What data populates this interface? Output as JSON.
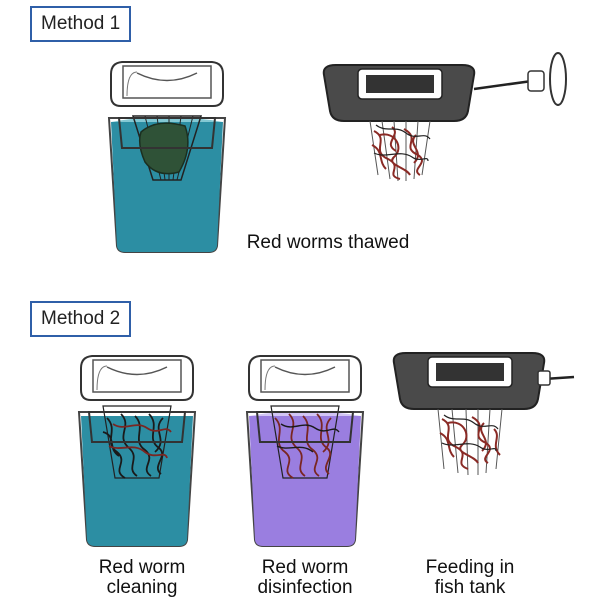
{
  "method1": {
    "label": "Method 1",
    "caption": "Red worms thawed"
  },
  "method2": {
    "label": "Method 2",
    "steps": [
      {
        "line1": "Red worm",
        "line2": "cleaning"
      },
      {
        "line1": "Red worm",
        "line2": "disinfection"
      },
      {
        "line1": "Feeding in",
        "line2": "fish tank"
      }
    ]
  },
  "colors": {
    "box_border": "#2f5fa8",
    "water": "#2c8ea3",
    "disinfectant": "#9a7ee0",
    "feeder_body": "#4a4a4a",
    "worm": "#8a2a25"
  }
}
